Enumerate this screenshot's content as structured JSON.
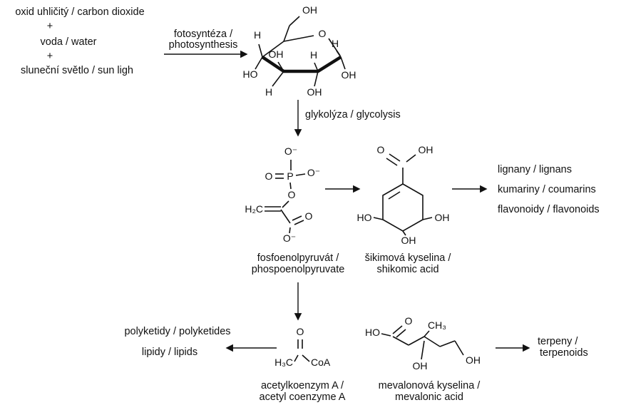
{
  "diagram": {
    "inputs": {
      "co2": "oxid uhličitý / carbon dioxide",
      "plus1": "+",
      "water": "voda / water",
      "plus2": "+",
      "sunlight": "sluneční světlo / sun ligh"
    },
    "processes": {
      "photosynthesis_line1": "fotosyntéza /",
      "photosynthesis_line2": "photosynthesis",
      "glycolysis": "glykolýza / glycolysis"
    },
    "molecules": {
      "glucose": {
        "atoms": {
          "oh_top": "OH",
          "h_left_top": "H",
          "o_ring": "O",
          "oh_left_mid": "OH",
          "h_mid": "H",
          "h_right_top": "H",
          "ho_left": "HO",
          "oh_right": "OH",
          "h_bottom": "H",
          "oh_bottom": "OH"
        }
      },
      "pep": {
        "name_line1": "fosfoenolpyruvát /",
        "name_line2": "phospoenolpyruvate",
        "atoms": {
          "o_minus_top": "O⁻",
          "o_double": "O",
          "p": "P",
          "o_minus_right": "O⁻",
          "o_bridge": "O",
          "h2c": "H₂C",
          "o_carbonyl": "O",
          "o_minus_bottom": "O⁻"
        }
      },
      "shikimic": {
        "name_line1": "šikimová kyselina /",
        "name_line2": "shikomic acid",
        "atoms": {
          "o_double": "O",
          "oh_acid": "OH",
          "ho_left": "HO",
          "oh_right": "OH",
          "oh_bottom": "OH"
        }
      },
      "acetyl_coa": {
        "name_line1": "acetylkoenzym A /",
        "name_line2": "acetyl coenzyme A",
        "atoms": {
          "o_double": "O",
          "h3c": "H₃C",
          "coa": "CoA"
        }
      },
      "mevalonic": {
        "name_line1": "mevalonová kyselina /",
        "name_line2": "mevalonic acid",
        "atoms": {
          "ho": "HO",
          "o_double": "O",
          "ch3": "CH₃",
          "oh_mid": "OH",
          "oh_end": "OH"
        }
      }
    },
    "products": {
      "lignans": "lignany / lignans",
      "coumarins": "kumariny / coumarins",
      "flavonoids": "flavonoidy / flavonoids",
      "polyketides": "polyketidy / polyketides",
      "lipids": "lipidy / lipids",
      "terpenes_line1": "terpeny /",
      "terpenes_line2": "terpenoids"
    },
    "colors": {
      "ink": "#111111",
      "background": "#ffffff"
    }
  }
}
